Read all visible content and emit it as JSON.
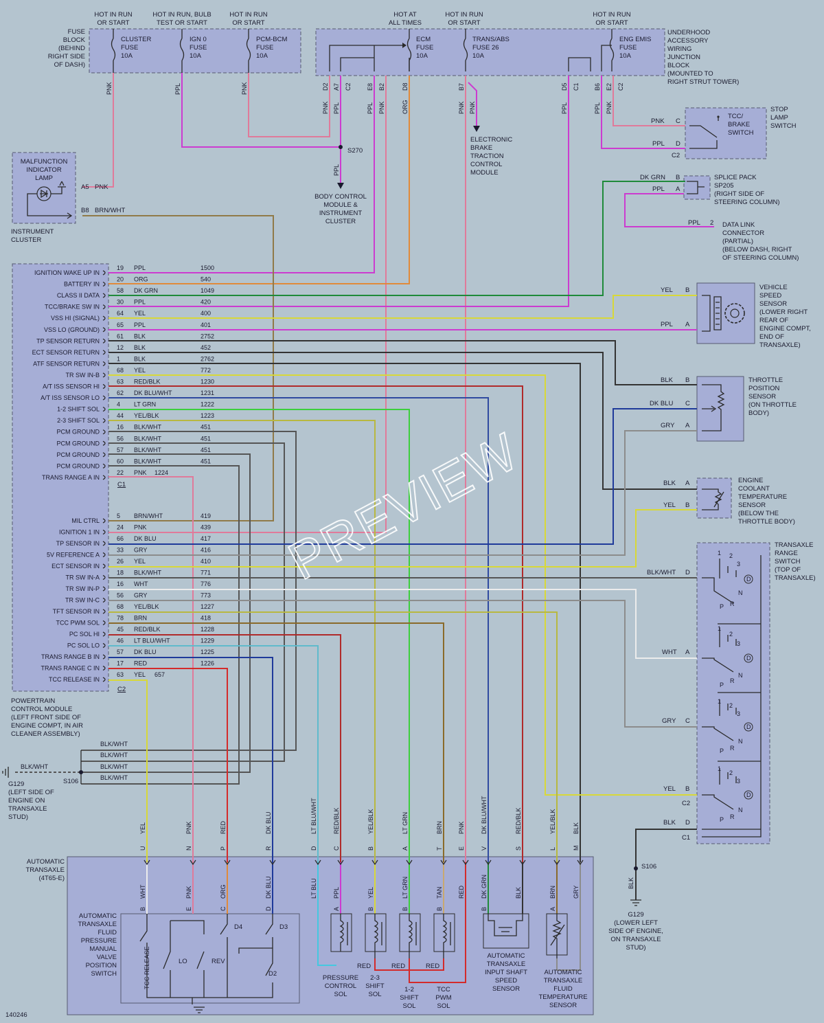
{
  "diagram_id": "140246",
  "watermark": "PREVIEW",
  "colors": {
    "PNK": "#e07a9a",
    "PPL": "#cc3bd0",
    "ORG": "#e08a3a",
    "RED": "#d42a2a",
    "YEL": "#d8d838",
    "DKGRN": "#1f8a3a",
    "LTGRN": "#3ccf3c",
    "BLK": "#333333",
    "GRY": "#8c8c8c",
    "WHT": "#ececec",
    "BRN": "#8a6a2a",
    "DKBLU": "#1f3a9a",
    "LTBLU": "#44c8e0",
    "TAN": "#c8a870",
    "BLKWHT": "#555555",
    "REDBLK": "#b02a2a",
    "YELBLK": "#b8b840",
    "BRNWHT": "#907a48",
    "DKBLUWHT": "#2f4aa0",
    "LTBLUWHT": "#5fbacc",
    "LTGRNLBL": "#3ccf3c"
  },
  "fuse_block": {
    "name": "FUSE BLOCK (BEHIND RIGHT SIDE OF DASH)",
    "name_lines": [
      "FUSE",
      "BLOCK",
      "(BEHIND",
      "RIGHT SIDE",
      "OF DASH)"
    ],
    "hot_labels": [
      [
        "HOT IN RUN",
        "OR START"
      ],
      [
        "HOT IN RUN, BULB",
        "TEST OR START"
      ],
      [
        "HOT IN RUN",
        "OR START"
      ]
    ],
    "fuses": [
      [
        "CLUSTER",
        "FUSE",
        "10A"
      ],
      [
        "IGN 0",
        "FUSE",
        "10A"
      ],
      [
        "PCM-BCM",
        "FUSE",
        "10A"
      ]
    ]
  },
  "underhood": {
    "name_lines": [
      "UNDERHOOD",
      "ACCESSORY",
      "WIRING",
      "JUNCTION",
      "BLOCK",
      "(MOUNTED TO",
      "RIGHT STRUT TOWER)"
    ],
    "hot_labels": [
      [
        "HOT AT",
        "ALL TIMES"
      ],
      [
        "HOT IN RUN",
        "OR START"
      ],
      [
        "HOT IN RUN",
        "OR START"
      ]
    ],
    "fuses": [
      [
        "ECM",
        "FUSE",
        "10A"
      ],
      [
        "TRANS/ABS",
        "FUSE 26",
        "10A"
      ],
      [
        "ENG EMIS",
        "FUSE",
        "10A"
      ]
    ],
    "pins": [
      "D2",
      "A7",
      "C2",
      "E8",
      "B2",
      "D8",
      "B7",
      "D5",
      "C1",
      "B6",
      "E2",
      "C2"
    ]
  },
  "top_wire_labels": [
    "PNK",
    "PPL",
    "PNK",
    "PNK",
    "PPL",
    "PPL",
    "PNK",
    "ORG",
    "PNK",
    "PNK",
    "PPL",
    "PPL",
    "PNK"
  ],
  "s270": "S270",
  "s270_ppl": "PPL",
  "body_control": [
    "BODY CONTROL",
    "MODULE &",
    "INSTRUMENT",
    "CLUSTER"
  ],
  "ebtcm": [
    "ELECTRONIC",
    "BRAKE",
    "TRACTION",
    "CONTROL",
    "MODULE"
  ],
  "mil": {
    "lines": [
      "MALFUNCTION",
      "INDICATOR",
      "LAMP"
    ],
    "a5": "A5",
    "a5_color": "PNK",
    "b8": "B8",
    "b8_color": "BRN/WHT",
    "cluster": [
      "INSTRUMENT",
      "CLUSTER"
    ]
  },
  "stop_lamp": {
    "title": [
      "STOP",
      "LAMP",
      "SWITCH"
    ],
    "inner": [
      "TCC/",
      "BRAKE",
      "SWITCH"
    ],
    "pins": [
      {
        "color": "PNK",
        "pin": "C"
      },
      {
        "color": "PPL",
        "pin": "D"
      }
    ],
    "conn": "C2"
  },
  "splice_pack": {
    "title": [
      "SPLICE PACK",
      "SP205",
      "(RIGHT SIDE OF",
      "STEERING COLUMN)"
    ],
    "pins": [
      {
        "color": "DK GRN",
        "pin": "B"
      },
      {
        "color": "PPL",
        "pin": "A"
      }
    ]
  },
  "dlc": {
    "title": [
      "DATA LINK",
      "CONNECTOR",
      "(PARTIAL)",
      "(BELOW DASH, RIGHT",
      "OF STEERING COLUMN)"
    ],
    "color": "PPL",
    "pin": "2"
  },
  "vss": {
    "title": [
      "VEHICLE",
      "SPEED",
      "SENSOR",
      "(LOWER RIGHT",
      "REAR OF",
      "ENGINE COMPT,",
      "END OF",
      "TRANSAXLE)"
    ],
    "pins": [
      {
        "color": "YEL",
        "pin": "B"
      },
      {
        "color": "PPL",
        "pin": "A"
      }
    ]
  },
  "tps": {
    "title": [
      "THROTTLE",
      "POSITION",
      "SENSOR",
      "(ON THROTTLE",
      "BODY)"
    ],
    "pins": [
      {
        "color": "BLK",
        "pin": "B"
      },
      {
        "color": "DK BLU",
        "pin": "C"
      },
      {
        "color": "GRY",
        "pin": "A"
      }
    ]
  },
  "ect": {
    "title": [
      "ENGINE",
      "COOLANT",
      "TEMPERATURE",
      "SENSOR",
      "(BELOW THE",
      "THROTTLE BODY)"
    ],
    "pins": [
      {
        "color": "BLK",
        "pin": "A"
      },
      {
        "color": "YEL",
        "pin": "B"
      }
    ]
  },
  "trs": {
    "title": [
      "TRANSAXLE",
      "RANGE",
      "SWITCH",
      "(TOP OF",
      "TRANSAXLE)"
    ],
    "pins": [
      {
        "color": "BLK/WHT",
        "pin": "D"
      },
      {
        "color": "WHT",
        "pin": "A"
      },
      {
        "color": "GRY",
        "pin": "C"
      },
      {
        "color": "YEL",
        "pin": "B"
      },
      {
        "color": "BLK",
        "pin": "D"
      }
    ],
    "conn_c2": "C2",
    "conn_c1": "C1",
    "pos": [
      "1",
      "2",
      "3",
      "D",
      "N",
      "P",
      "R"
    ]
  },
  "pcm": {
    "name": [
      "POWERTRAIN",
      "CONTROL MODULE",
      "(LEFT FRONT SIDE OF",
      "ENGINE COMPT, IN AIR",
      "CLEANER ASSEMBLY)"
    ],
    "c1": "C1",
    "c2": "C2",
    "rows": [
      {
        "label": "IGNITION WAKE UP IN",
        "pin": "19",
        "color": "PPL",
        "circuit": "1500"
      },
      {
        "label": "BATTERY IN",
        "pin": "20",
        "color": "ORG",
        "circuit": "540"
      },
      {
        "label": "CLASS II DATA",
        "pin": "58",
        "color": "DK GRN",
        "circuit": "1049"
      },
      {
        "label": "TCC/BRAKE SW IN",
        "pin": "30",
        "color": "PPL",
        "circuit": "420"
      },
      {
        "label": "VSS HI (SIGNAL)",
        "pin": "64",
        "color": "YEL",
        "circuit": "400"
      },
      {
        "label": "VSS LO (GROUND)",
        "pin": "65",
        "color": "PPL",
        "circuit": "401"
      },
      {
        "label": "TP SENSOR RETURN",
        "pin": "61",
        "color": "BLK",
        "circuit": "2752"
      },
      {
        "label": "ECT SENSOR RETURN",
        "pin": "12",
        "color": "BLK",
        "circuit": "452"
      },
      {
        "label": "ATF SENSOR RETURN",
        "pin": "1",
        "color": "BLK",
        "circuit": "2762"
      },
      {
        "label": "TR SW IN-B",
        "pin": "68",
        "color": "YEL",
        "circuit": "772"
      },
      {
        "label": "A/T ISS SENSOR HI",
        "pin": "63",
        "color": "RED/BLK",
        "circuit": "1230"
      },
      {
        "label": "A/T ISS SENSOR LO",
        "pin": "62",
        "color": "DK BLU/WHT",
        "circuit": "1231"
      },
      {
        "label": "1-2 SHIFT SOL",
        "pin": "4",
        "color": "LT GRN",
        "circuit": "1222"
      },
      {
        "label": "2-3 SHIFT SOL",
        "pin": "44",
        "color": "YEL/BLK",
        "circuit": "1223"
      },
      {
        "label": "PCM GROUND",
        "pin": "16",
        "color": "BLK/WHT",
        "circuit": "451"
      },
      {
        "label": "PCM GROUND",
        "pin": "56",
        "color": "BLK/WHT",
        "circuit": "451"
      },
      {
        "label": "PCM GROUND",
        "pin": "57",
        "color": "BLK/WHT",
        "circuit": "451"
      },
      {
        "label": "PCM GROUND",
        "pin": "60",
        "color": "BLK/WHT",
        "circuit": "451"
      },
      {
        "label": "TRANS RANGE A IN",
        "pin": "22",
        "color": "PNK",
        "circuit": "1224"
      },
      {
        "label": "MIL CTRL",
        "pin": "5",
        "color": "BRN/WHT",
        "circuit": "419"
      },
      {
        "label": "IGNITION 1 IN",
        "pin": "24",
        "color": "PNK",
        "circuit": "439"
      },
      {
        "label": "TP SENSOR IN",
        "pin": "66",
        "color": "DK BLU",
        "circuit": "417"
      },
      {
        "label": "5V REFERENCE A",
        "pin": "33",
        "color": "GRY",
        "circuit": "416"
      },
      {
        "label": "ECT SENSOR IN",
        "pin": "26",
        "color": "YEL",
        "circuit": "410"
      },
      {
        "label": "TR SW IN-A",
        "pin": "18",
        "color": "BLK/WHT",
        "circuit": "771"
      },
      {
        "label": "TR SW IN-P",
        "pin": "16",
        "color": "WHT",
        "circuit": "776"
      },
      {
        "label": "TR SW IN-C",
        "pin": "56",
        "color": "GRY",
        "circuit": "773"
      },
      {
        "label": "TFT SENSOR IN",
        "pin": "68",
        "color": "YEL/BLK",
        "circuit": "1227"
      },
      {
        "label": "TCC PWM SOL",
        "pin": "78",
        "color": "BRN",
        "circuit": "418"
      },
      {
        "label": "PC SOL HI",
        "pin": "45",
        "color": "RED/BLK",
        "circuit": "1228"
      },
      {
        "label": "PC SOL LO",
        "pin": "46",
        "color": "LT BLU/WHT",
        "circuit": "1229"
      },
      {
        "label": "TRANS RANGE B IN",
        "pin": "57",
        "color": "DK BLU",
        "circuit": "1225"
      },
      {
        "label": "TRANS RANGE C IN",
        "pin": "17",
        "color": "RED",
        "circuit": "1226"
      },
      {
        "label": "TCC RELEASE IN",
        "pin": "63",
        "color": "YEL",
        "circuit": "657"
      }
    ]
  },
  "ground_g129_left": {
    "labels": [
      "BLK/WHT",
      "BLK/WHT",
      "BLK/WHT",
      "BLK/WHT"
    ],
    "blkwht": "BLK/WHT",
    "s106": "S106",
    "g129": [
      "G129",
      "(LEFT SIDE OF",
      "ENGINE ON",
      "TRANSAXLE",
      "STUD)"
    ]
  },
  "ground_g129_right": {
    "s106": "S106",
    "blk": "BLK",
    "g129": [
      "G129",
      "(LOWER LEFT",
      "SIDE OF ENGINE,",
      "ON TRANSAXLE",
      "STUD)"
    ]
  },
  "transaxle": {
    "name": [
      "AUTOMATIC",
      "TRANSAXLE",
      "(4T65-E)"
    ],
    "top_pins": [
      {
        "pin": "U",
        "color": "YEL"
      },
      {
        "pin": "N",
        "color": "PNK"
      },
      {
        "pin": "P",
        "color": "RED"
      },
      {
        "pin": "R",
        "color": "DK BLU"
      },
      {
        "pin": "D",
        "color": "LT BLU/WHT"
      },
      {
        "pin": "C",
        "color": "RED/BLK"
      },
      {
        "pin": "B",
        "color": "YEL/BLK"
      },
      {
        "pin": "A",
        "color": "LT GRN"
      },
      {
        "pin": "T",
        "color": "BRN"
      },
      {
        "pin": "E",
        "color": "PNK"
      },
      {
        "pin": "V",
        "color": "DK BLU/WHT"
      },
      {
        "pin": "S",
        "color": "RED/BLK"
      },
      {
        "pin": "L",
        "color": "YEL/BLK"
      },
      {
        "pin": "M",
        "color": "BLK"
      }
    ],
    "inner_wires": [
      "WHT",
      "PNK",
      "ORG",
      "DK BLU",
      "LT BLU",
      "PPL",
      "YEL",
      "LT GRN",
      "TAN",
      "RED",
      "DK GRN",
      "BLK",
      "BRN",
      "GRY"
    ],
    "inner_pins": [
      "B",
      "E",
      "C",
      "D",
      "A",
      "B",
      "B",
      "B",
      "B",
      "A"
    ],
    "switch_lines": [
      "AUTOMATIC",
      "TRANSAXLE",
      "FLUID",
      "PRESSURE",
      "MANUAL",
      "VALVE",
      "POSITION",
      "SWITCH"
    ],
    "switch_labels": [
      "LO",
      "REV",
      "D4",
      "D3",
      "D2",
      "TCC RELEASE"
    ],
    "sol_reds": [
      "RED",
      "RED",
      "RED"
    ],
    "components": [
      [
        "PRESSURE",
        "CONTROL",
        "SOL"
      ],
      [
        "2-3",
        "SHIFT",
        "SOL"
      ],
      [
        "1-2",
        "SHIFT",
        "SOL"
      ],
      [
        "TCC",
        "PWM",
        "SOL"
      ],
      [
        "AUTOMATIC",
        "TRANSAXLE",
        "INPUT SHAFT",
        "SPEED",
        "SENSOR"
      ],
      [
        "AUTOMATIC",
        "TRANSAXLE",
        "FLUID",
        "TEMPERATURE",
        "SENSOR"
      ]
    ]
  }
}
